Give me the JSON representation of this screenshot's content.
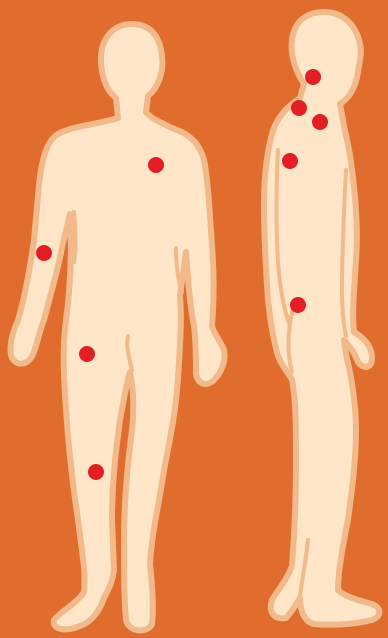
{
  "colors": {
    "background": "#e06c2e",
    "body_fill": "#ffe6c8",
    "body_outline": "#f2b98a",
    "marker": "#e31e24"
  },
  "figures": [
    {
      "name": "front-view"
    },
    {
      "name": "side-view"
    }
  ],
  "markers": [
    {
      "name": "left-chest-marker"
    },
    {
      "name": "right-elbow-marker"
    },
    {
      "name": "right-hip-marker"
    },
    {
      "name": "right-knee-marker"
    },
    {
      "name": "neck-upper-marker"
    },
    {
      "name": "neck-lower-marker"
    },
    {
      "name": "shoulder-top-marker"
    },
    {
      "name": "upper-back-marker"
    },
    {
      "name": "lower-back-marker"
    }
  ]
}
